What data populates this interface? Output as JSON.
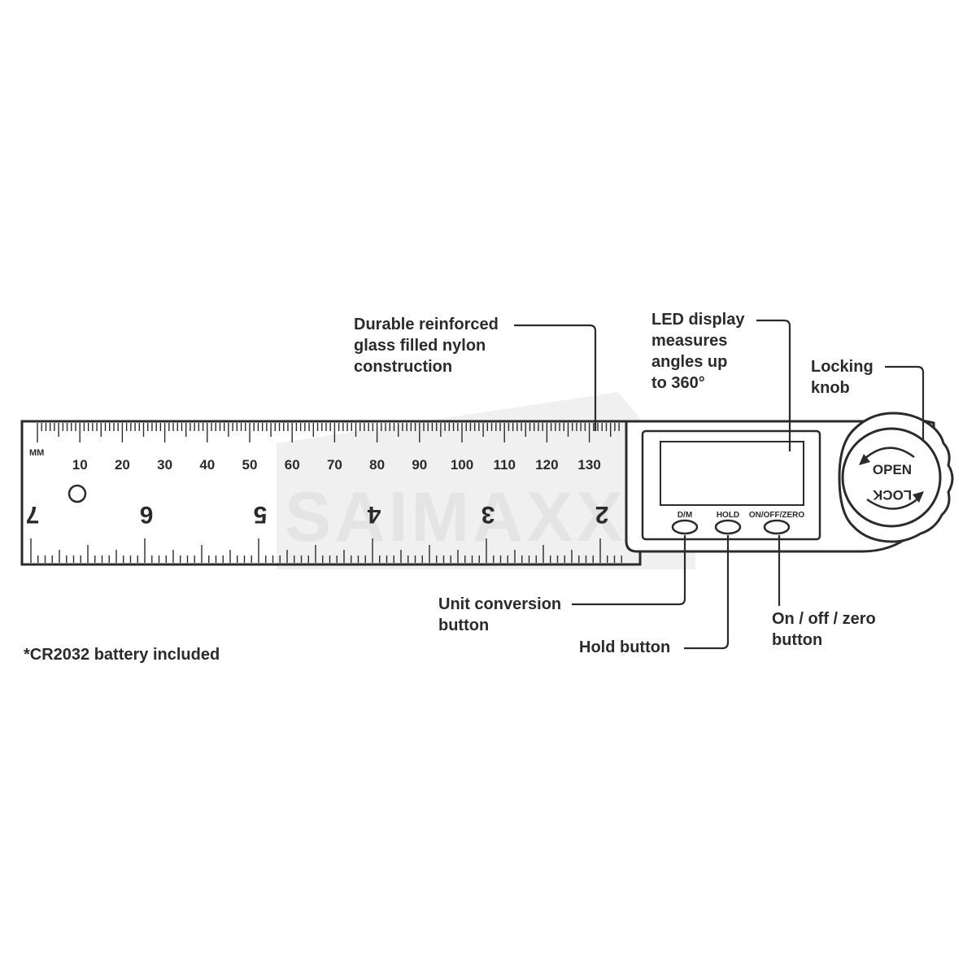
{
  "callouts": {
    "nylon": [
      "Durable reinforced",
      "glass filled nylon",
      "construction"
    ],
    "display": [
      "LED display",
      "measures",
      "angles up",
      "to 360°"
    ],
    "knob": [
      "Locking",
      "knob"
    ],
    "unit": [
      "Unit conversion",
      "button"
    ],
    "hold": [
      "Hold button"
    ],
    "onoff": [
      "On / off / zero",
      "button"
    ],
    "battery": [
      "*CR2032 battery included"
    ]
  },
  "ruler": {
    "unit_label": "MM",
    "mm_numbers": [
      "10",
      "20",
      "30",
      "40",
      "50",
      "60",
      "70",
      "80",
      "90",
      "100",
      "110",
      "120",
      "130"
    ],
    "inch_numbers": [
      "7",
      "6",
      "5",
      "4",
      "3",
      "2"
    ]
  },
  "buttons": {
    "dm": "D/M",
    "hold": "HOLD",
    "onoff": "ON/OFF/ZERO"
  },
  "knob": {
    "open": "OPEN",
    "lock": "LOCK"
  },
  "watermark": "SAIMAXX",
  "colors": {
    "ink": "#2b2b2b",
    "watermark": "#e9e9e9"
  }
}
